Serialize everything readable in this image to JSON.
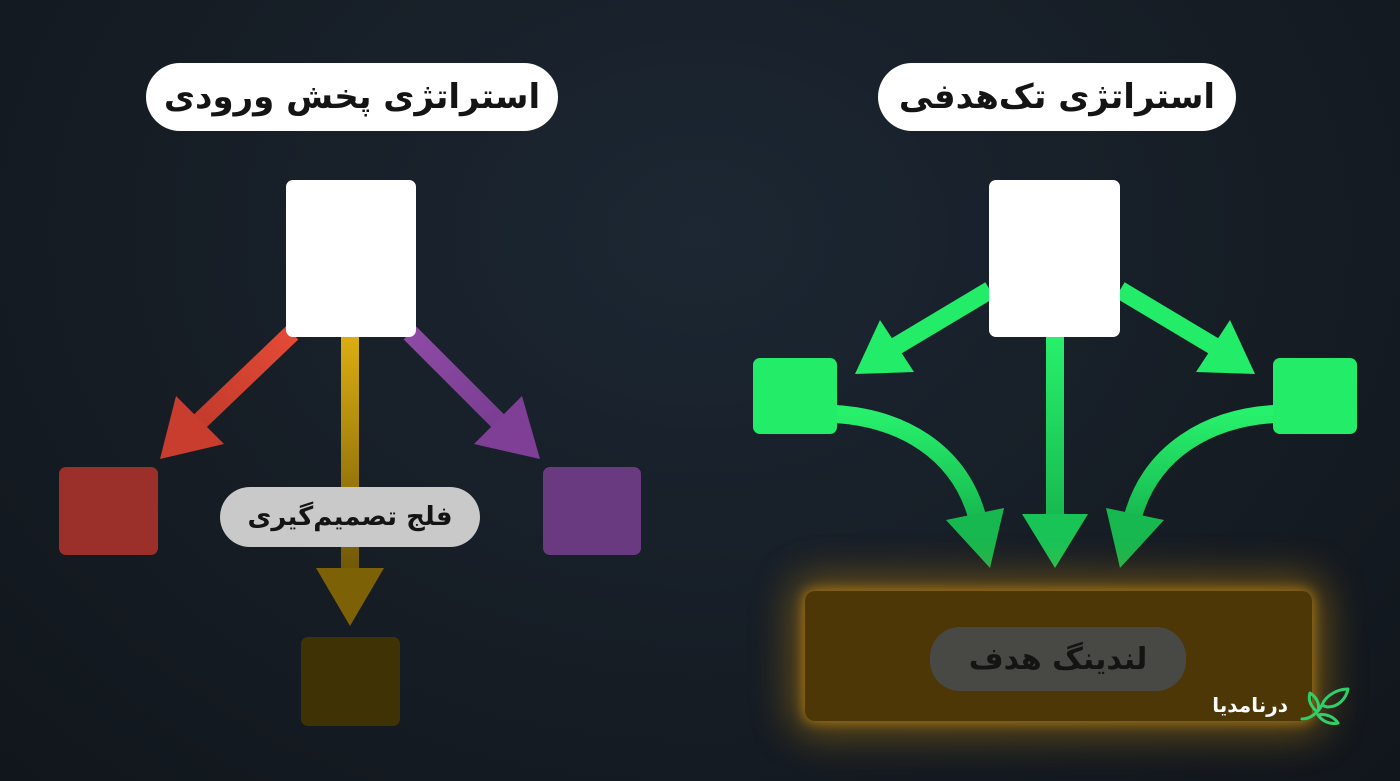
{
  "left_panel": {
    "title": "استراتژی پخش ورودی",
    "decision_label": "فلج تصمیم‌گیری"
  },
  "right_panel": {
    "title": "استراتژی تک‌هدفی",
    "target_label": "لندینگ هدف"
  },
  "brand": {
    "name": "درنامدیا",
    "icon": "leaf-logo-icon"
  },
  "colors": {
    "background": "#1a222b",
    "node_white": "#ffffff",
    "red": "#dc4634",
    "red_node": "#9b2f29",
    "yellow": "#d9a810",
    "yellow_node": "#4f3e06",
    "purple": "#9a4fae",
    "purple_node": "#6a3a80",
    "green": "#22ec68",
    "target_glow": "#c98a0a"
  }
}
